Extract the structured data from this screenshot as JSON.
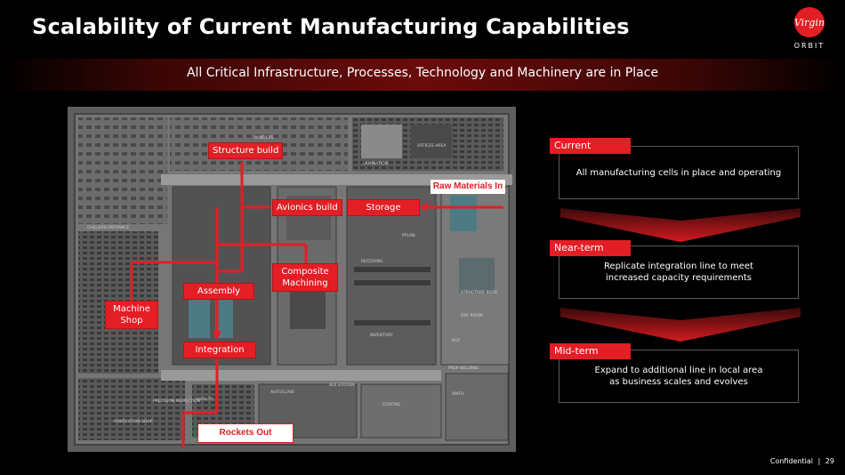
{
  "title": "Scalability of Current Manufacturing Capabilities",
  "subtitle": "All Critical Infrastructure, Processes, Technology and Machinery are in Place",
  "logo": {
    "brand": "Virgin",
    "word": "ORBIT"
  },
  "colors": {
    "accent": "#e31e25",
    "background": "#000000",
    "panel_border": "#5a5a5a"
  },
  "map": {
    "labels": {
      "structure_build": "Structure build",
      "avionics_build": "Avionics build",
      "storage": "Storage",
      "raw_materials": "Raw Materials In",
      "composite_machining": "Composite Machining",
      "assembly": "Assembly",
      "machine_shop": "Machine Shop",
      "integration": "Integration",
      "rockets_out": "Rockets Out"
    },
    "floor_text": {
      "winders": "WINDERS",
      "offices": "OFFICES AREA",
      "lamination": "LAMINATION",
      "chillers": "CHILLERS ENTRANCE",
      "receiving": "RECEIVING",
      "inventory": "INVENTORY",
      "rgt": "RGT",
      "prep_welding": "PREP WELDING",
      "fabrication": "FABRICATION SHOP",
      "precision": "PRECISION INSPECTION",
      "quality": "QUALITY",
      "autoclave": "AUTOCLAVE",
      "ndi": "NDI STATION",
      "coating": "COATING",
      "pylon": "PYLON",
      "rwth": "RWTH",
      "structure_bldg": "STRUCTURE BLDG",
      "dry_room": "DRY ROOM"
    }
  },
  "phases": [
    {
      "tag": "Current",
      "text": "All manufacturing cells in place and operating"
    },
    {
      "tag": "Near-term",
      "text": "Replicate integration line to meet increased capacity requirements"
    },
    {
      "tag": "Mid-term",
      "text": "Expand to additional line in local area as business scales and evolves"
    }
  ],
  "footer": {
    "label": "Confidential",
    "separator": "|",
    "page": "29"
  }
}
